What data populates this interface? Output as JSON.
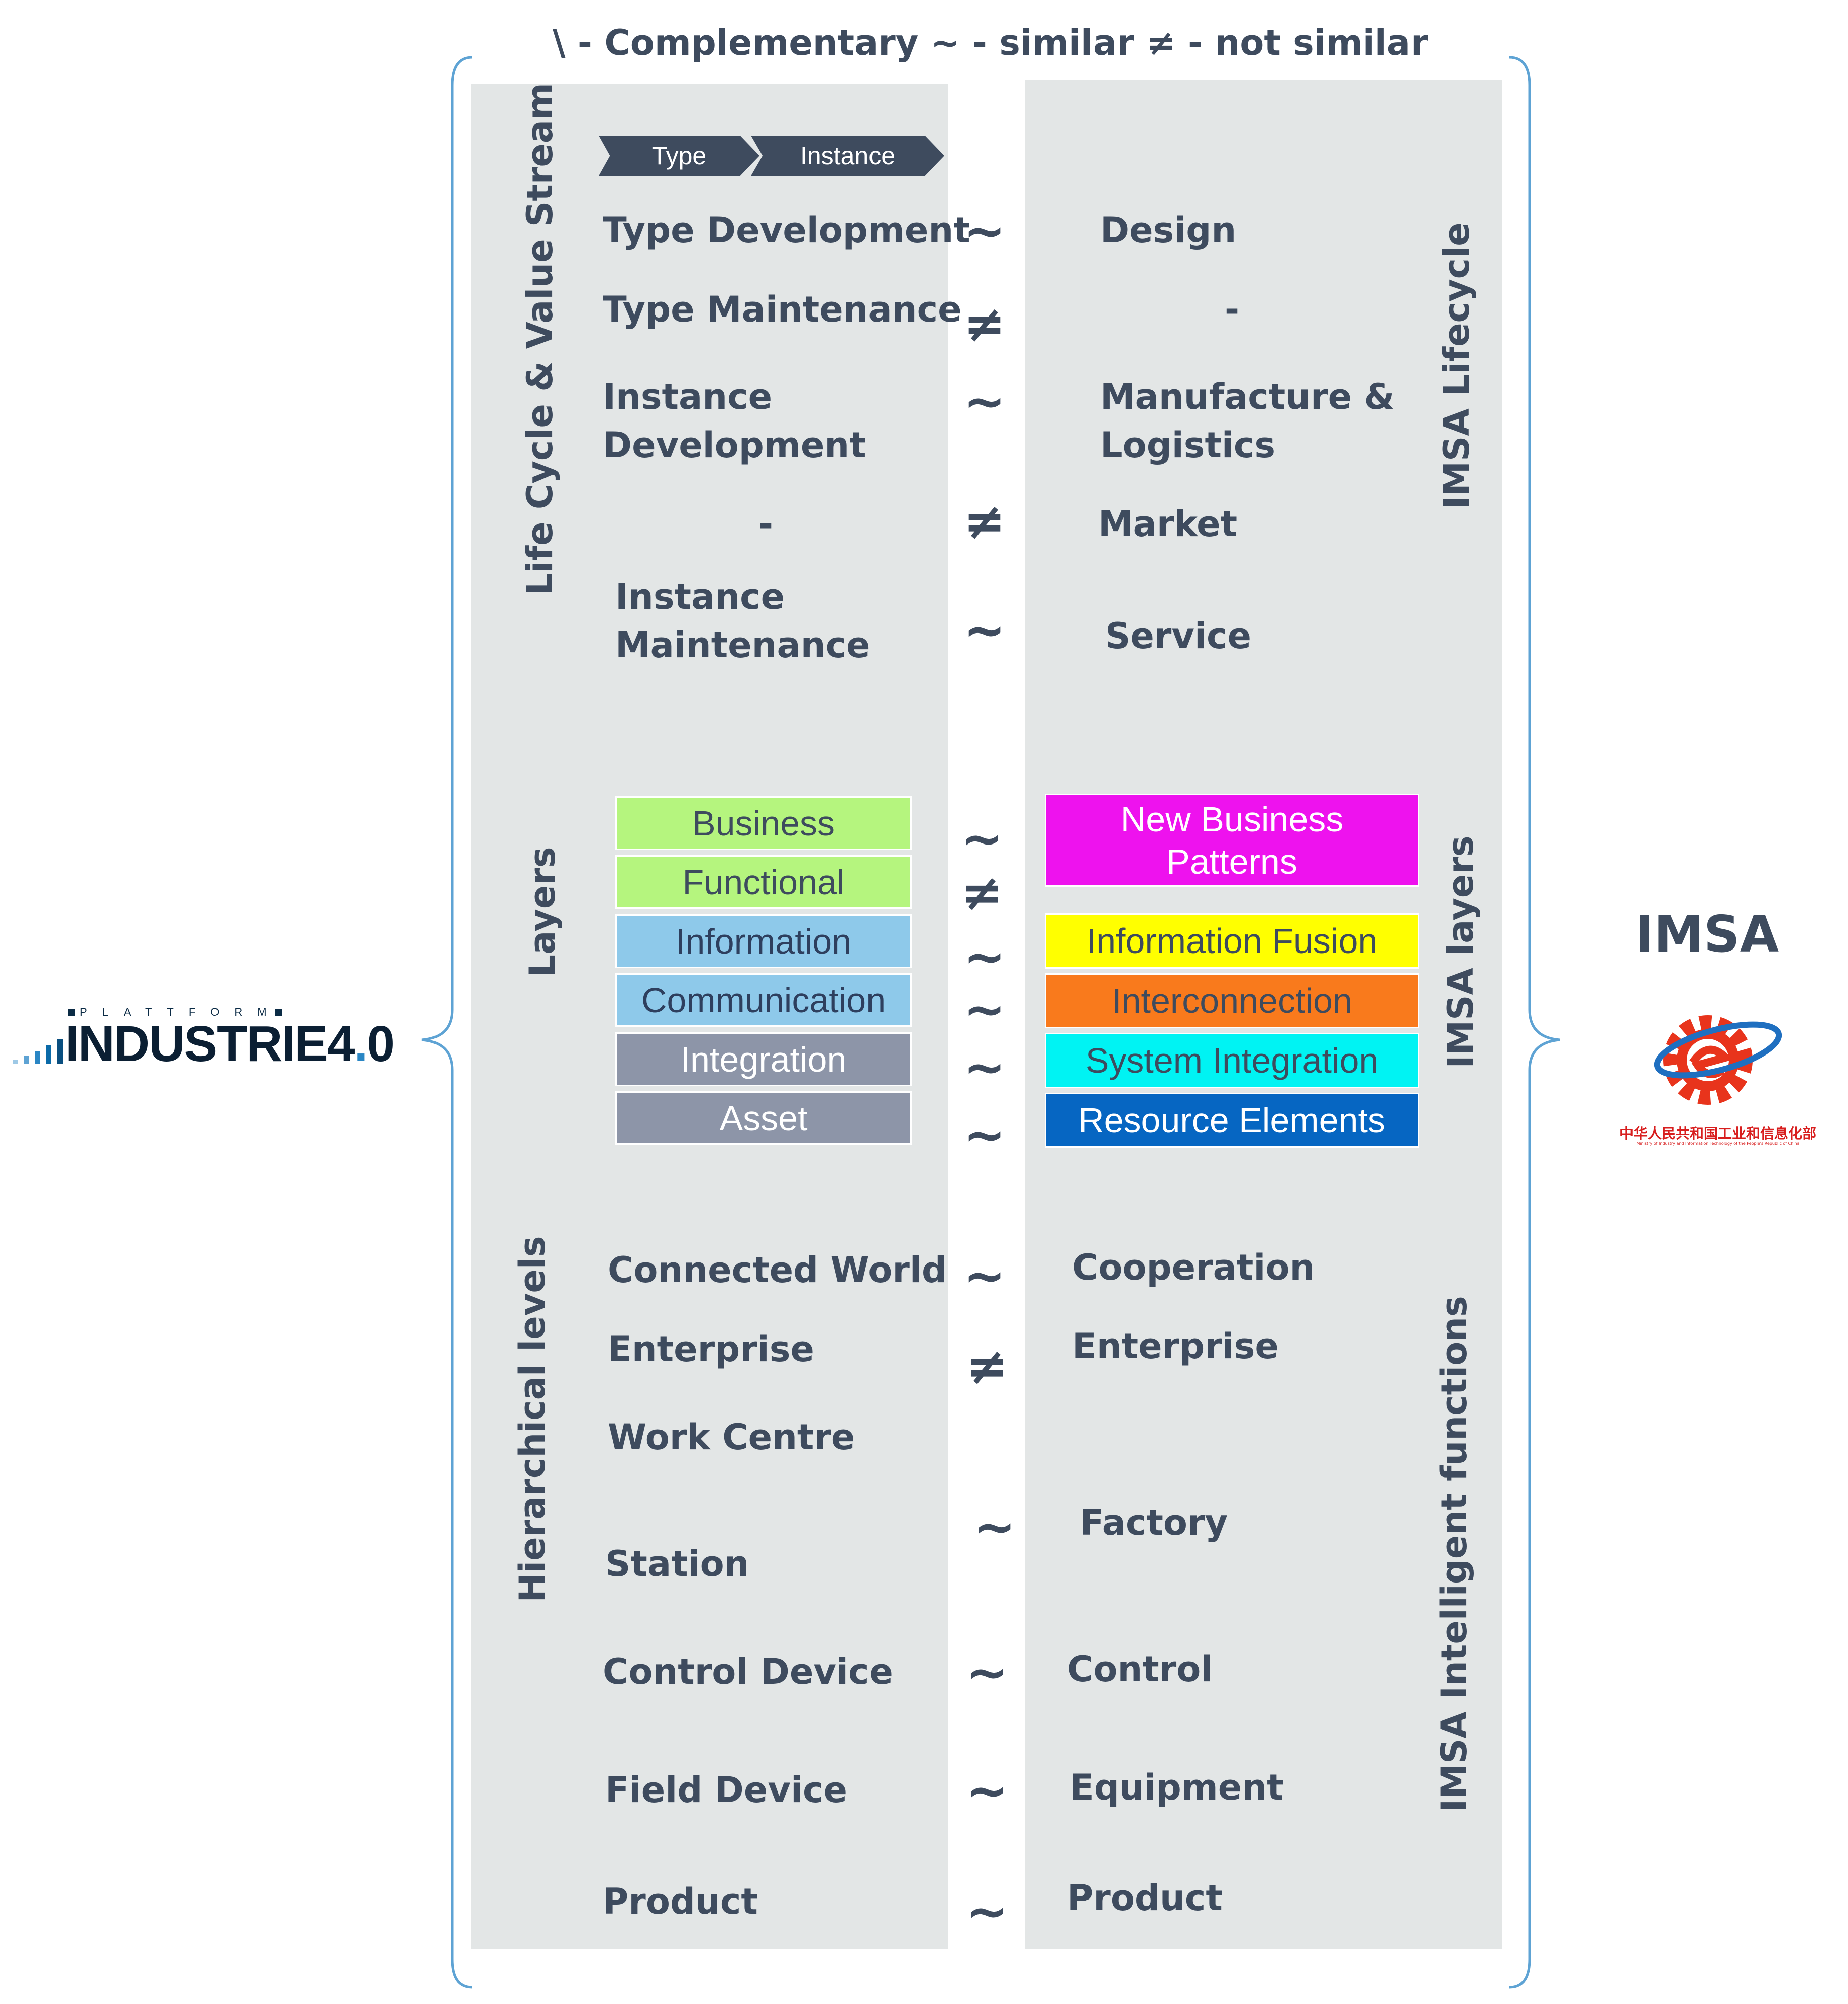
{
  "legend": "\\ - Complementary ~ - similar ≠ - not similar",
  "left_logo": {
    "small": "PLATTFORM",
    "main_a": "INDUSTRIE",
    "main_b": "4",
    "main_c": ".",
    "main_d": "0"
  },
  "right_logo": {
    "title": "IMSA",
    "caption": "中华人民共和国工业和信息化部",
    "subcaption": "Ministry of Industry and Information Technology of the People's Republic of China"
  },
  "left_titles": {
    "lifecycle": "Life Cycle & Value Stream",
    "layers": "Layers",
    "levels": "Hierarchical levels"
  },
  "right_titles": {
    "lifecycle": "IMSA Lifecycle",
    "layers": "IMSA layers",
    "functions": "IMSA Intelligent functions"
  },
  "chevrons": [
    "Type",
    "Instance"
  ],
  "lifecycle": {
    "left": [
      "Type Development",
      "Type Maintenance",
      "Instance\nDevelopment",
      "-",
      "Instance\nMaintenance"
    ],
    "symbols": [
      "~",
      "≠",
      "~",
      "≠",
      "~"
    ],
    "right": [
      "Design",
      "-",
      "Manufacture &\nLogistics",
      "Market",
      "Service"
    ]
  },
  "layers": {
    "left": [
      "Business",
      "Functional",
      "Information",
      "Communication",
      "Integration",
      "Asset"
    ],
    "symbols": [
      "~",
      "≠",
      "~",
      "~",
      "~",
      "~"
    ],
    "right": [
      "New Business\nPatterns",
      "Information Fusion",
      "Interconnection",
      "System Integration",
      "Resource Elements"
    ]
  },
  "levels": {
    "left": [
      "Connected World",
      "Enterprise",
      "Work Centre",
      "Station",
      "Control Device",
      "Field Device",
      "Product"
    ],
    "symbols": [
      "~",
      "≠",
      "~",
      "~",
      "~",
      "~"
    ],
    "right": [
      "Cooperation",
      "Enterprise",
      "Factory",
      "Control",
      "Equipment",
      "Product"
    ]
  },
  "colors": {
    "text": "#3e4b5e",
    "panel": "#e3e6e6",
    "brace": "#5ea3d4",
    "business": "#b5f57e",
    "functional": "#b5f57e",
    "information": "#8ec9ea",
    "communication": "#8ec9ea",
    "integration": "#8d95a8",
    "asset": "#8d95a8",
    "new_business": "#ee12ee",
    "info_fusion": "#ffff00",
    "interconnection": "#f97a1c",
    "system_integration": "#00f3f3",
    "resource": "#0666c2"
  }
}
